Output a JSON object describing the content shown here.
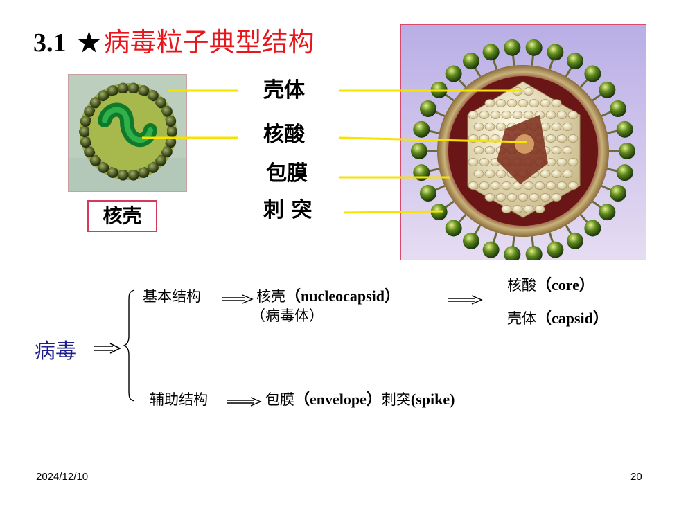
{
  "title": {
    "number": "3.1",
    "star": "★",
    "text": "病毒粒子典型结构"
  },
  "left_figure": {
    "caption": "核壳"
  },
  "labels": {
    "capsid": "壳体",
    "nucleic_acid": "核酸",
    "envelope": "包膜",
    "spike": "刺 突"
  },
  "tree": {
    "root": "病毒",
    "basic": {
      "label": "基本结构",
      "nucleocapsid_zh": "核壳",
      "nucleocapsid_en": "（nucleocapsid）",
      "virion": "（病毒体）",
      "core_zh": "核酸",
      "core_en": "（core）",
      "capsid_zh": "壳体",
      "capsid_en": "（capsid）"
    },
    "auxiliary": {
      "label": "辅助结构",
      "envelope_zh": "包膜",
      "envelope_en": "（envelope）",
      "spike_zh": "刺突",
      "spike_en": "(spike)"
    }
  },
  "footer": {
    "date": "2024/12/10",
    "page": "20"
  },
  "colors": {
    "title_red": "#e8161b",
    "leader_yellow": "#f5e400",
    "root_blue": "#1f1f8c",
    "box_border": "#d63a5a"
  }
}
